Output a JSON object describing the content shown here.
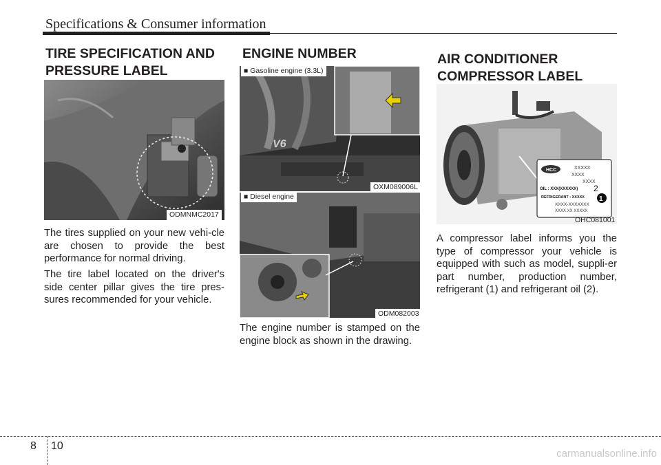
{
  "header": {
    "title": "Specifications & Consumer information"
  },
  "tire": {
    "heading_line1": "TIRE SPECIFICATION AND",
    "heading_line2": "PRESSURE LABEL",
    "image_code": "ODMNMC2017",
    "para1": "The tires supplied on your new vehi-cle are chosen to provide the best performance for normal driving.",
    "para2": "The tire label located on the driver's side center pillar gives the tire pres-sures recommended for your vehicle."
  },
  "engine": {
    "heading": "ENGINE NUMBER",
    "gasoline_label": "■ Gasoline engine (3.3L)",
    "gasoline_code": "OXM089006L",
    "gasoline_emblem": "V6",
    "diesel_label": "■ Diesel engine",
    "diesel_code": "ODM082003",
    "para": "The engine number is stamped on the engine block as shown in the drawing."
  },
  "aircon": {
    "heading_line1": "AIR CONDITIONER",
    "heading_line2": "COMPRESSOR LABEL",
    "image_code": "OHC081001",
    "label_lines": [
      "XXXXX",
      "XXXX",
      "XXXX",
      "OIL : XXX(XXXXXX)",
      "REFRIGERANT : XXXXX",
      "XXXX-XXXXXXX",
      "XXXX XX XXXXX"
    ],
    "label_brand": "HCC",
    "callout_1": "1",
    "callout_2": "2",
    "para": "A compressor label informs you the type of compressor your vehicle is equipped with such as model, suppli-er part number, production number, refrigerant (1) and refrigerant oil (2)."
  },
  "footer": {
    "chapter": "8",
    "page": "10",
    "watermark": "carmanualsonline.info"
  }
}
